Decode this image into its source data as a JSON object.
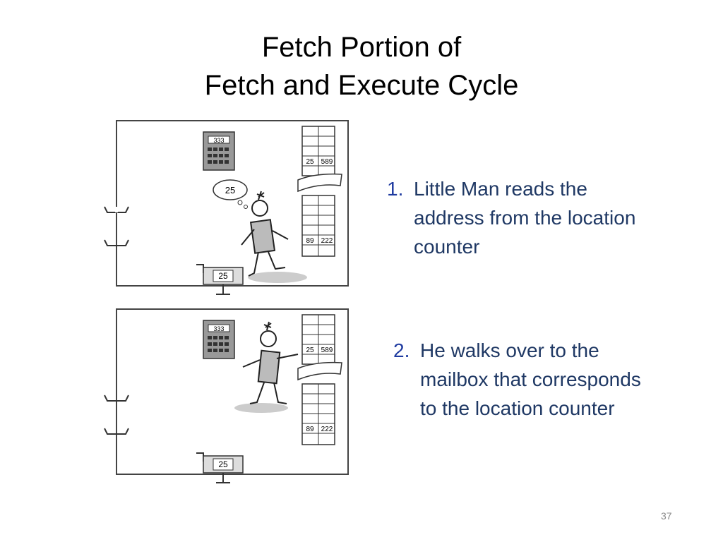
{
  "title": {
    "line1": "Fetch Portion of",
    "line2": "Fetch and Execute Cycle"
  },
  "panels": [
    {
      "calculator_display": "333",
      "thought": "25",
      "location_counter": "25",
      "mailboxes": [
        {
          "address": "25",
          "value": "589"
        },
        {
          "address": "89",
          "value": "222"
        }
      ]
    },
    {
      "calculator_display": "333",
      "location_counter": "25",
      "mailboxes": [
        {
          "address": "25",
          "value": "589"
        },
        {
          "address": "89",
          "value": "222"
        }
      ]
    }
  ],
  "steps": [
    {
      "number": "1.",
      "text": "Little Man reads the address from the location counter"
    },
    {
      "number": "2.",
      "text": "He walks over to the mailbox that corresponds to the location counter"
    }
  ],
  "page_number": "37"
}
